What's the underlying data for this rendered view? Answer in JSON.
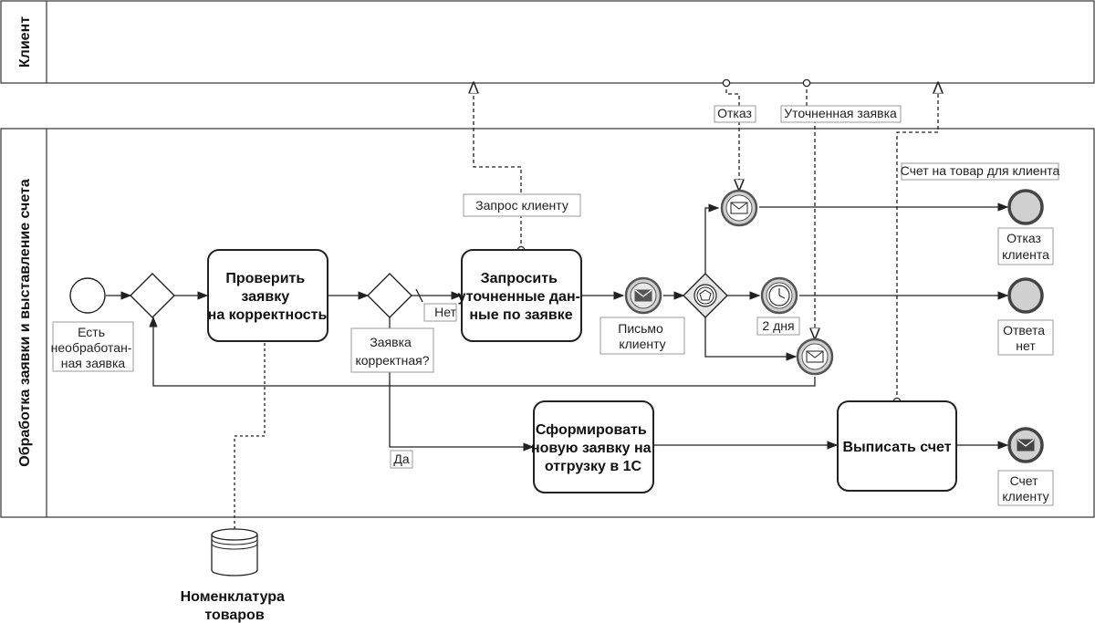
{
  "lanes": {
    "client": "Клиент",
    "process": "Обработка заявки и выставление счета"
  },
  "tasks": {
    "check": [
      "Проверить",
      "заявку",
      "на корректность"
    ],
    "request": [
      "Запросить",
      "уточненные дан-",
      "ные по заявке"
    ],
    "new_order": [
      "Сформировать",
      "новую заявку на",
      "отгрузку в 1С"
    ],
    "invoice": [
      "Выписать счет"
    ]
  },
  "events": {
    "start": [
      "Есть",
      "необработан-",
      "ная заявка"
    ],
    "letter": [
      "Письмо",
      "клиенту"
    ],
    "timer": [
      "2 дня"
    ],
    "end_refusal": [
      "Отказ",
      "клиента"
    ],
    "end_noanswer": [
      "Ответа",
      "нет"
    ],
    "end_invoice": [
      "Счет",
      "клиенту"
    ]
  },
  "gateways": {
    "correct": [
      "Заявка",
      "корректная?"
    ],
    "no": "Нет",
    "yes": "Да"
  },
  "messages": {
    "request_client": "Запрос клиенту",
    "refusal": "Отказ",
    "clarified": "Уточненная заявка",
    "invoice_client": "Счет на товар для клиента"
  },
  "datastore": [
    "Номенклатура",
    "товаров"
  ],
  "colors": {
    "stroke": "#222222",
    "event_fill": "#d0d0d0",
    "lane_border": "#333333"
  }
}
